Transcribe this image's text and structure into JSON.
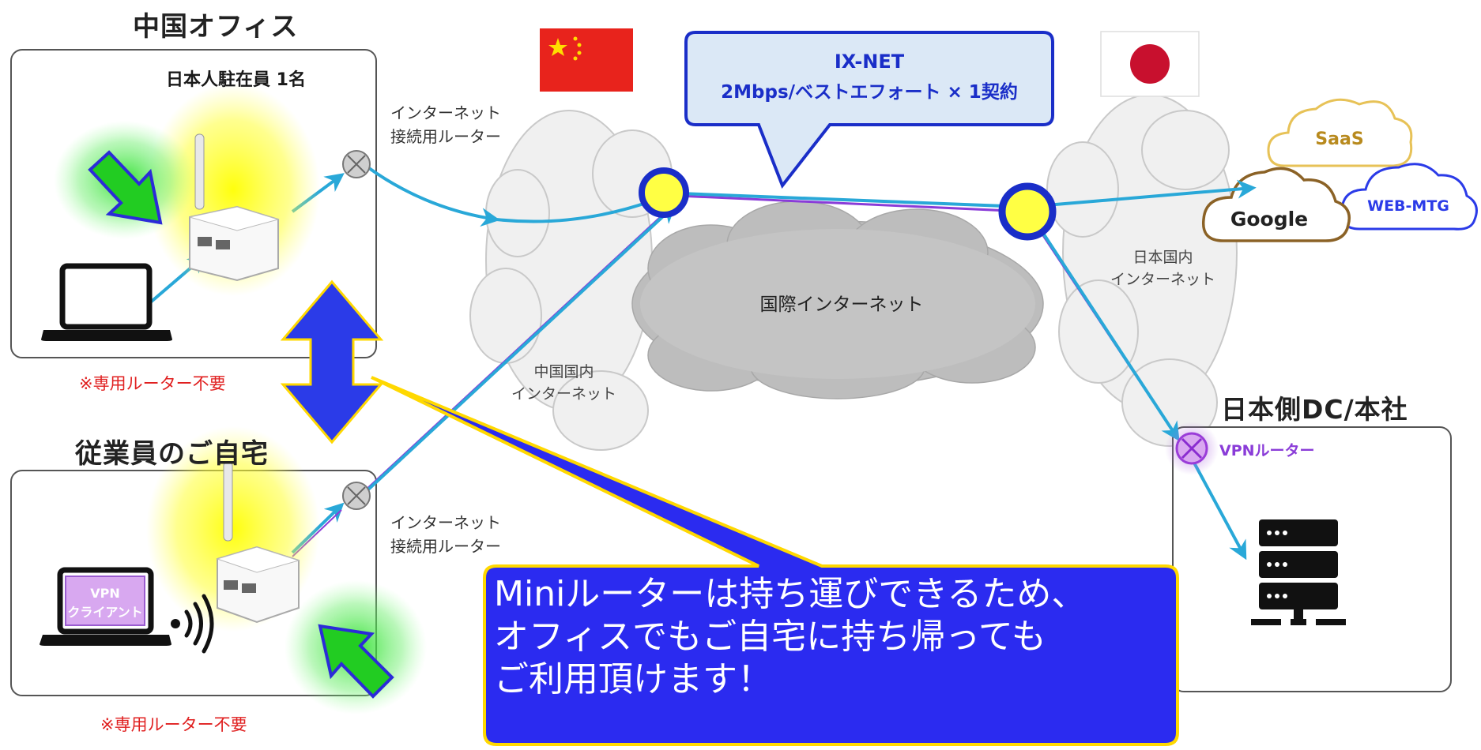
{
  "china_office": {
    "title": "中国オフィス",
    "staff_label": "日本人駐在員  1名",
    "note": "※専用ルーター不要"
  },
  "home": {
    "title": "従業員のご自宅",
    "note": "※専用ルーター不要",
    "vpn_label_line1": "VPN",
    "vpn_label_line2": "クライアント"
  },
  "router_labels": {
    "top_line1": "インターネット",
    "top_line2": "接続用ルーター",
    "bottom_line1": "インターネット",
    "bottom_line2": "接続用ルーター"
  },
  "ixnet": {
    "title": "IX-NET",
    "detail": "2Mbps/ベストエフォート × 1契約"
  },
  "clouds": {
    "intl": "国際インターネット",
    "china_domestic_line1": "中国国内",
    "china_domestic_line2": "インターネット",
    "japan_domestic_line1": "日本国内",
    "japan_domestic_line2": "インターネット"
  },
  "services": {
    "saas": "SaaS",
    "google": "Google",
    "webmtg": "WEB-MTG"
  },
  "japan_dc": {
    "title": "日本側DC/本社",
    "vpn_router": "VPNルーター"
  },
  "callout": {
    "text": "Miniルーターは持ち運びできるため、\nオフィスでもご自宅に持ち帰っても\nご利用頂けます！"
  },
  "colors": {
    "cyan_line": "#29a8d8",
    "purple_line": "#8a3cd8",
    "callout_fill": "#2b2bf0",
    "callout_border": "#ffd800",
    "arrow_green": "#22cc22",
    "double_arrow": "#2b3be8",
    "china_flag": "#e8231c",
    "japan_sun": "#c8102e",
    "ixnet_fill": "#dbe8f6",
    "ixnet_border": "#1a2ec8"
  }
}
